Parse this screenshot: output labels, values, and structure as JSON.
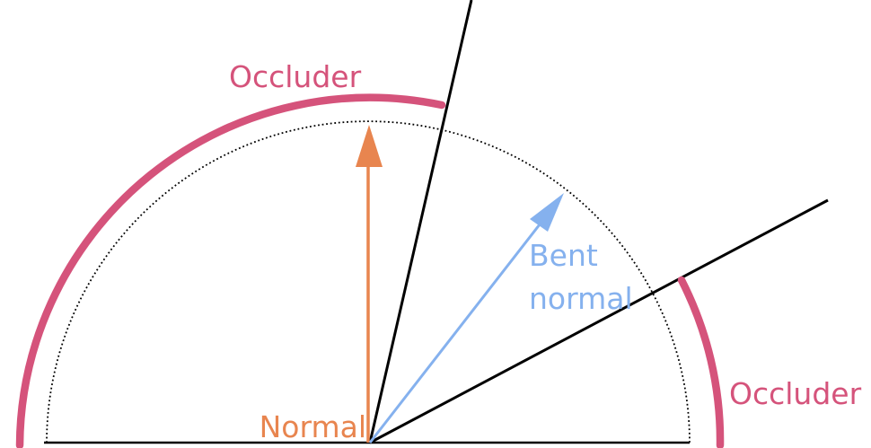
{
  "diagram": {
    "description": "Ambient occlusion bent-normal hemisphere diagram",
    "labels": {
      "occluder_top": "Occluder",
      "occluder_right": "Occluder",
      "normal": "Normal",
      "bent_normal_line1": "Bent",
      "bent_normal_line2": "normal"
    },
    "colors": {
      "occluder": "#d5537b",
      "normal": "#e8854f",
      "bent_normal": "#85b1ee",
      "line": "#000000"
    }
  }
}
